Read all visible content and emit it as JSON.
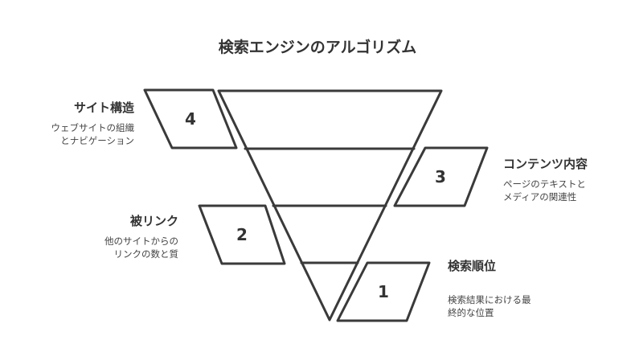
{
  "title": "検索エンジンのアルゴリズム",
  "stroke_color": "#3a3a3a",
  "items": [
    {
      "number": "4",
      "heading": "サイト構造",
      "desc_line1": "ウェブサイトの組織",
      "desc_line2": "とナビゲーション"
    },
    {
      "number": "3",
      "heading": "コンテンツ内容",
      "desc_line1": "ページのテキストと",
      "desc_line2": "メディアの関連性"
    },
    {
      "number": "2",
      "heading": "被リンク",
      "desc_line1": "他のサイトからの",
      "desc_line2": "リンクの数と質"
    },
    {
      "number": "1",
      "heading": "検索順位",
      "desc_line1": "検索結果における最",
      "desc_line2": "終的な位置"
    }
  ]
}
